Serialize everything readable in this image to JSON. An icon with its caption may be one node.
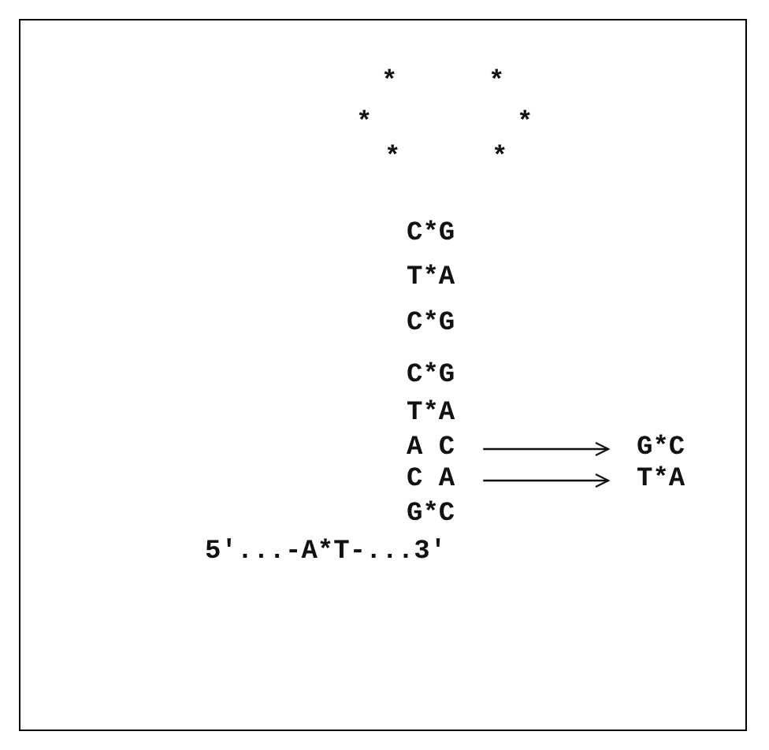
{
  "diagram": {
    "nodes": [
      {
        "text": [
          "A C"
        ]
      },
      {
        "text": [
          "G*C"
        ]
      },
      {
        "text": [
          "C A"
        ]
      },
      {
        "text": [
          "T*A"
        ]
      }
    ],
    "edges": [
      {
        "from": 0,
        "to": 1,
        "arrow": "to"
      },
      {
        "from": 2,
        "to": 3,
        "arrow": "to"
      }
    ],
    "labels": [
      "*",
      "*",
      "*",
      "*",
      "*",
      "*",
      "C*G",
      "T*A",
      "C*G",
      "C*G",
      "T*A",
      "G*C",
      "5'...-A*T-...3'"
    ]
  }
}
